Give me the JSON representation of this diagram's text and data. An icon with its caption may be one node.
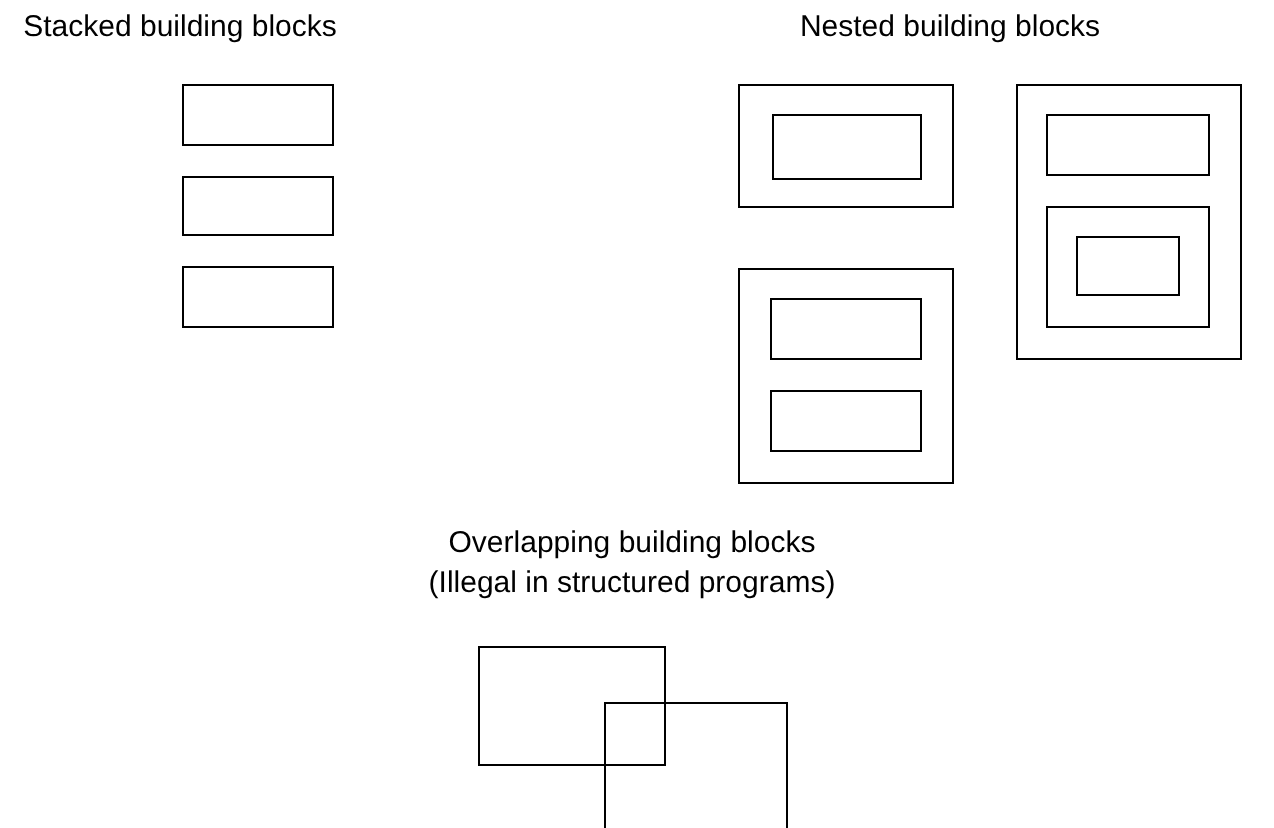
{
  "diagram": {
    "nodes": [
      {
        "text": [],
        "shape": "box"
      },
      {
        "text": [],
        "shape": "box"
      },
      {
        "text": [],
        "shape": "box"
      },
      {
        "text": [],
        "shape": "box"
      },
      {
        "text": [],
        "shape": "box",
        "in": 3
      },
      {
        "text": [],
        "shape": "box"
      },
      {
        "text": [],
        "shape": "box",
        "in": 5
      },
      {
        "text": [],
        "shape": "box",
        "in": 5
      },
      {
        "text": [],
        "shape": "box",
        "in": 7
      },
      {
        "text": [],
        "shape": "box"
      },
      {
        "text": [],
        "shape": "box",
        "in": 9
      },
      {
        "text": [],
        "shape": "box",
        "in": 9
      },
      {
        "text": [],
        "shape": "box"
      },
      {
        "text": [],
        "shape": "box"
      }
    ],
    "labels": [
      "Stacked building blocks",
      "Nested building blocks",
      "Overlapping building blocks",
      "(Illegal in structured programs)"
    ]
  }
}
